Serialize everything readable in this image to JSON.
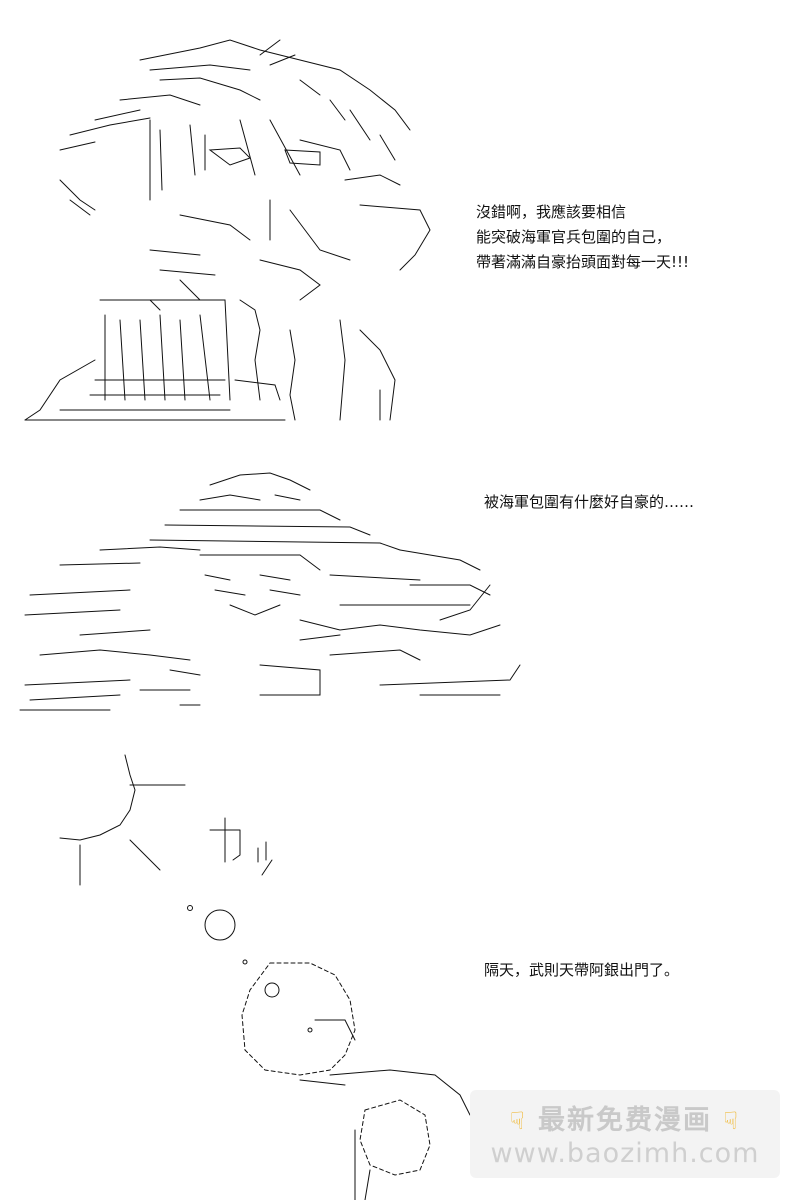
{
  "panels": [
    {
      "dialog": "沒錯啊，我應該要相信\n能突破海軍官兵包圍的自己，\n帶著滿滿自豪抬頭面對每一天!!!"
    },
    {
      "dialog": "被海軍包圍有什麼好自豪的……"
    },
    {
      "dialog": "隔天，武則天帶阿銀出門了。",
      "sfx": "カッ"
    }
  ],
  "watermark": {
    "title": "最新免费漫画",
    "url": "www.baozimh.com",
    "icon": "pointing-down-hand-icon"
  },
  "colors": {
    "background": "#ffffff",
    "ink": "#000000",
    "watermark_bg": "#f2f2f2",
    "watermark_text": "#c9c9c9",
    "watermark_icon": "#f0b323"
  }
}
